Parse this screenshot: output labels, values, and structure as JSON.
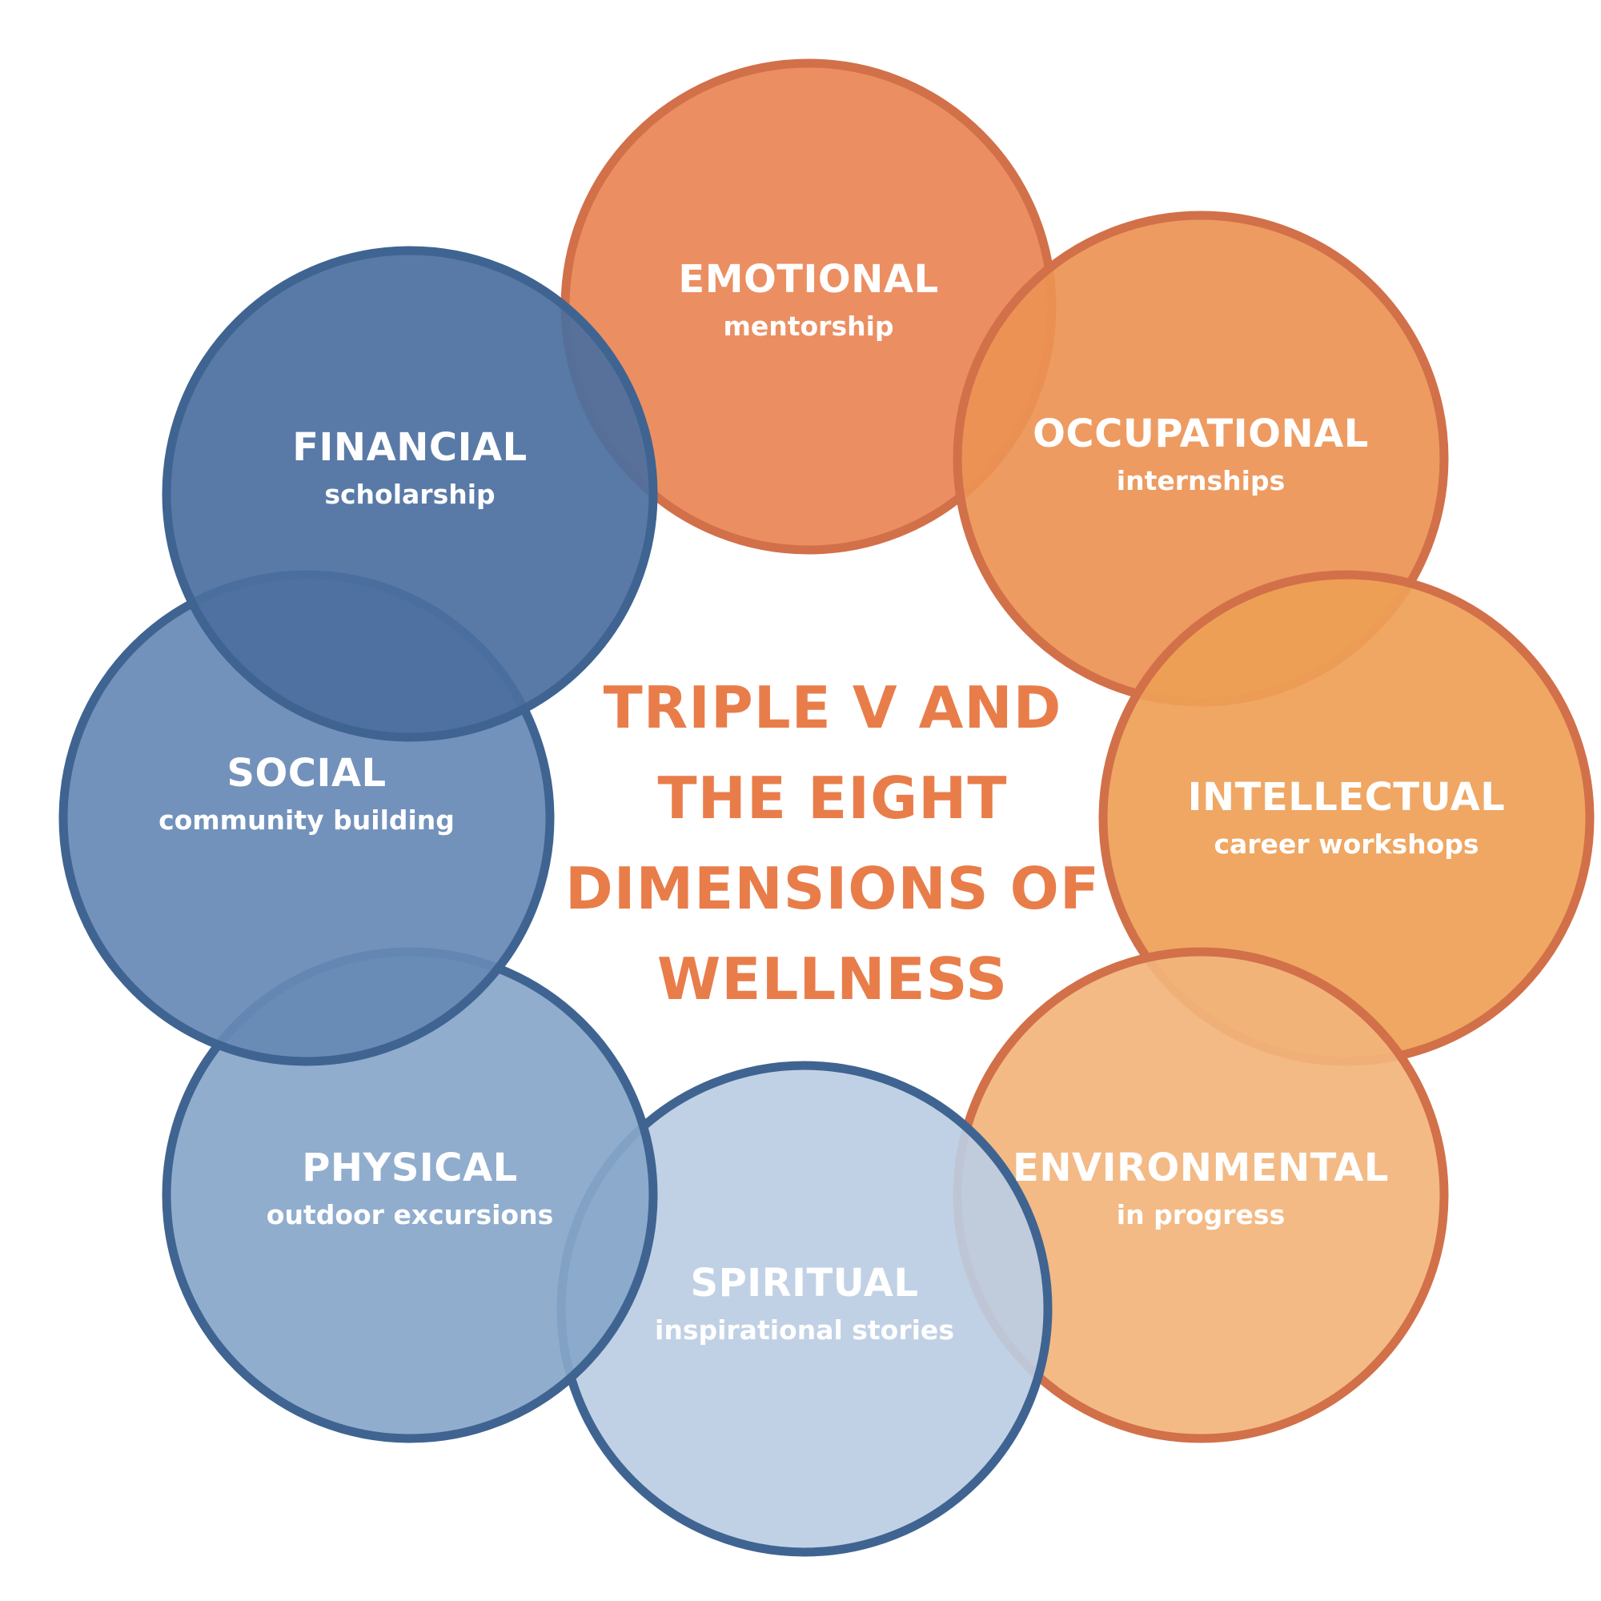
{
  "center_title": {
    "line1": "TRIPLE V AND",
    "line2": "THE EIGHT",
    "line3": "DIMENSIONS OF",
    "line4": "WELLNESS"
  },
  "dimensions": {
    "emotional": {
      "title": "EMOTIONAL",
      "subtitle": "mentorship",
      "fill": "#e98655",
      "stroke": "#d27049"
    },
    "occupational": {
      "title": "OCCUPATIONAL",
      "subtitle": "internships",
      "fill": "#ec9254",
      "stroke": "#d27049"
    },
    "intellectual": {
      "title": "INTELLECTUAL",
      "subtitle": "career workshops",
      "fill": "#eea056",
      "stroke": "#d27049"
    },
    "environmental": {
      "title": "ENVIRONMENTAL",
      "subtitle": "in progress",
      "fill": "#f2b47b",
      "stroke": "#d27049"
    },
    "spiritual": {
      "title": "SPIRITUAL",
      "subtitle": "inspirational stories",
      "fill": "#bccde3",
      "stroke": "#3f6491"
    },
    "physical": {
      "title": "PHYSICAL",
      "subtitle": "outdoor excursions",
      "fill": "#87a6ca",
      "stroke": "#3f6491"
    },
    "social": {
      "title": "SOCIAL",
      "subtitle": "community building",
      "fill": "#6689b5",
      "stroke": "#3f6491"
    },
    "financial": {
      "title": "FINANCIAL",
      "subtitle": "scholarship",
      "fill": "#4b6fa0",
      "stroke": "#3f6491"
    }
  }
}
